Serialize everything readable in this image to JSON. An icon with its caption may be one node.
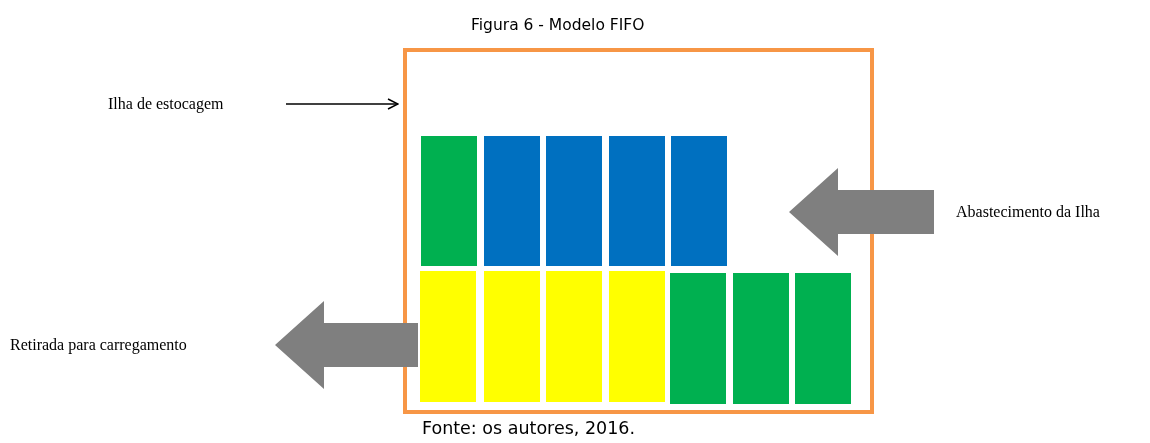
{
  "diagram": {
    "title": "Figura 6 - Modelo FIFO",
    "caption": "Fonte: os autores, 2016.",
    "nodes": [
      {
        "text": [],
        "shape": "box"
      },
      {
        "text": [],
        "shape": "box",
        "in": 0
      },
      {
        "text": [],
        "shape": "box",
        "in": 0
      },
      {
        "text": [],
        "shape": "box",
        "in": 0
      },
      {
        "text": [],
        "shape": "box",
        "in": 0
      },
      {
        "text": [],
        "shape": "box",
        "in": 0
      },
      {
        "text": [],
        "shape": "box",
        "in": 0
      },
      {
        "text": [],
        "shape": "box",
        "in": 0
      },
      {
        "text": [],
        "shape": "box",
        "in": 0
      },
      {
        "text": [],
        "shape": "box",
        "in": 0
      },
      {
        "text": [],
        "shape": "box",
        "in": 0
      },
      {
        "text": [],
        "shape": "box",
        "in": 0
      },
      {
        "text": [],
        "shape": "box",
        "in": 0
      },
      {
        "text": [
          "Ilha de estocagem"
        ]
      },
      {
        "text": [
          "Abastecimento da Ilha"
        ]
      },
      {
        "text": [
          "Retirada para carregamento"
        ]
      }
    ],
    "edges": [
      {
        "from": 13,
        "to": 0,
        "arrow": "to",
        "color": "#000000"
      },
      {
        "from": 14,
        "to": 0,
        "arrow": "to",
        "style": "thick"
      },
      {
        "from": 0,
        "to": 15,
        "arrow": "to",
        "style": "thick"
      }
    ]
  }
}
